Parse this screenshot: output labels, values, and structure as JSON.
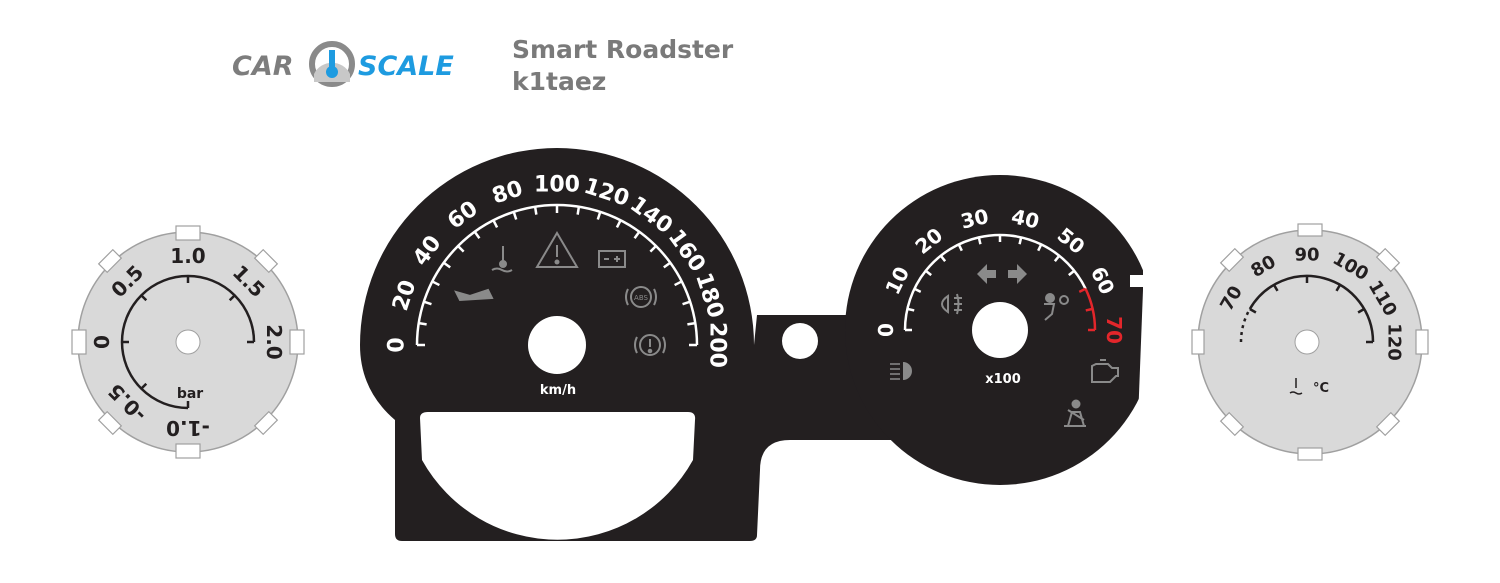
{
  "logo": {
    "left": "CAR",
    "right": "SCALE",
    "colors": {
      "gray": "#7d7d7d",
      "blue": "#1e9be0"
    }
  },
  "header": {
    "model": "Smart Roadster",
    "code": "k1taez"
  },
  "colors": {
    "dial_black": "#231f20",
    "dial_gray": "#d9d9d9",
    "icon_gray": "#8a8a8a",
    "redline": "#e3262b"
  },
  "boost_gauge": {
    "unit": "bar",
    "labels": [
      "-1.0",
      "-0.5",
      "0",
      "0.5",
      "1.0",
      "1.5",
      "2.0"
    ],
    "min": -1.0,
    "max": 2.0
  },
  "speedometer": {
    "unit": "km/h",
    "labels": [
      "0",
      "20",
      "40",
      "60",
      "80",
      "100",
      "120",
      "140",
      "160",
      "180",
      "200"
    ],
    "min": 0,
    "max": 200,
    "icons": [
      "oil-pressure-icon",
      "coolant-temp-icon",
      "hazard-warning-icon",
      "battery-icon",
      "abs-icon",
      "brake-warning-icon"
    ]
  },
  "tachometer": {
    "unit": "x100",
    "labels": [
      "0",
      "10",
      "20",
      "30",
      "40",
      "50",
      "60",
      "70"
    ],
    "min": 0,
    "max": 70,
    "redline_from": 60,
    "icons": [
      "turn-signal-icon",
      "front-fog-light-icon",
      "airbag-icon",
      "high-beam-icon",
      "check-engine-icon",
      "seatbelt-icon"
    ]
  },
  "temp_gauge": {
    "unit": "°C",
    "labels": [
      "70",
      "80",
      "90",
      "100",
      "110",
      "120"
    ],
    "min": 70,
    "max": 120
  }
}
